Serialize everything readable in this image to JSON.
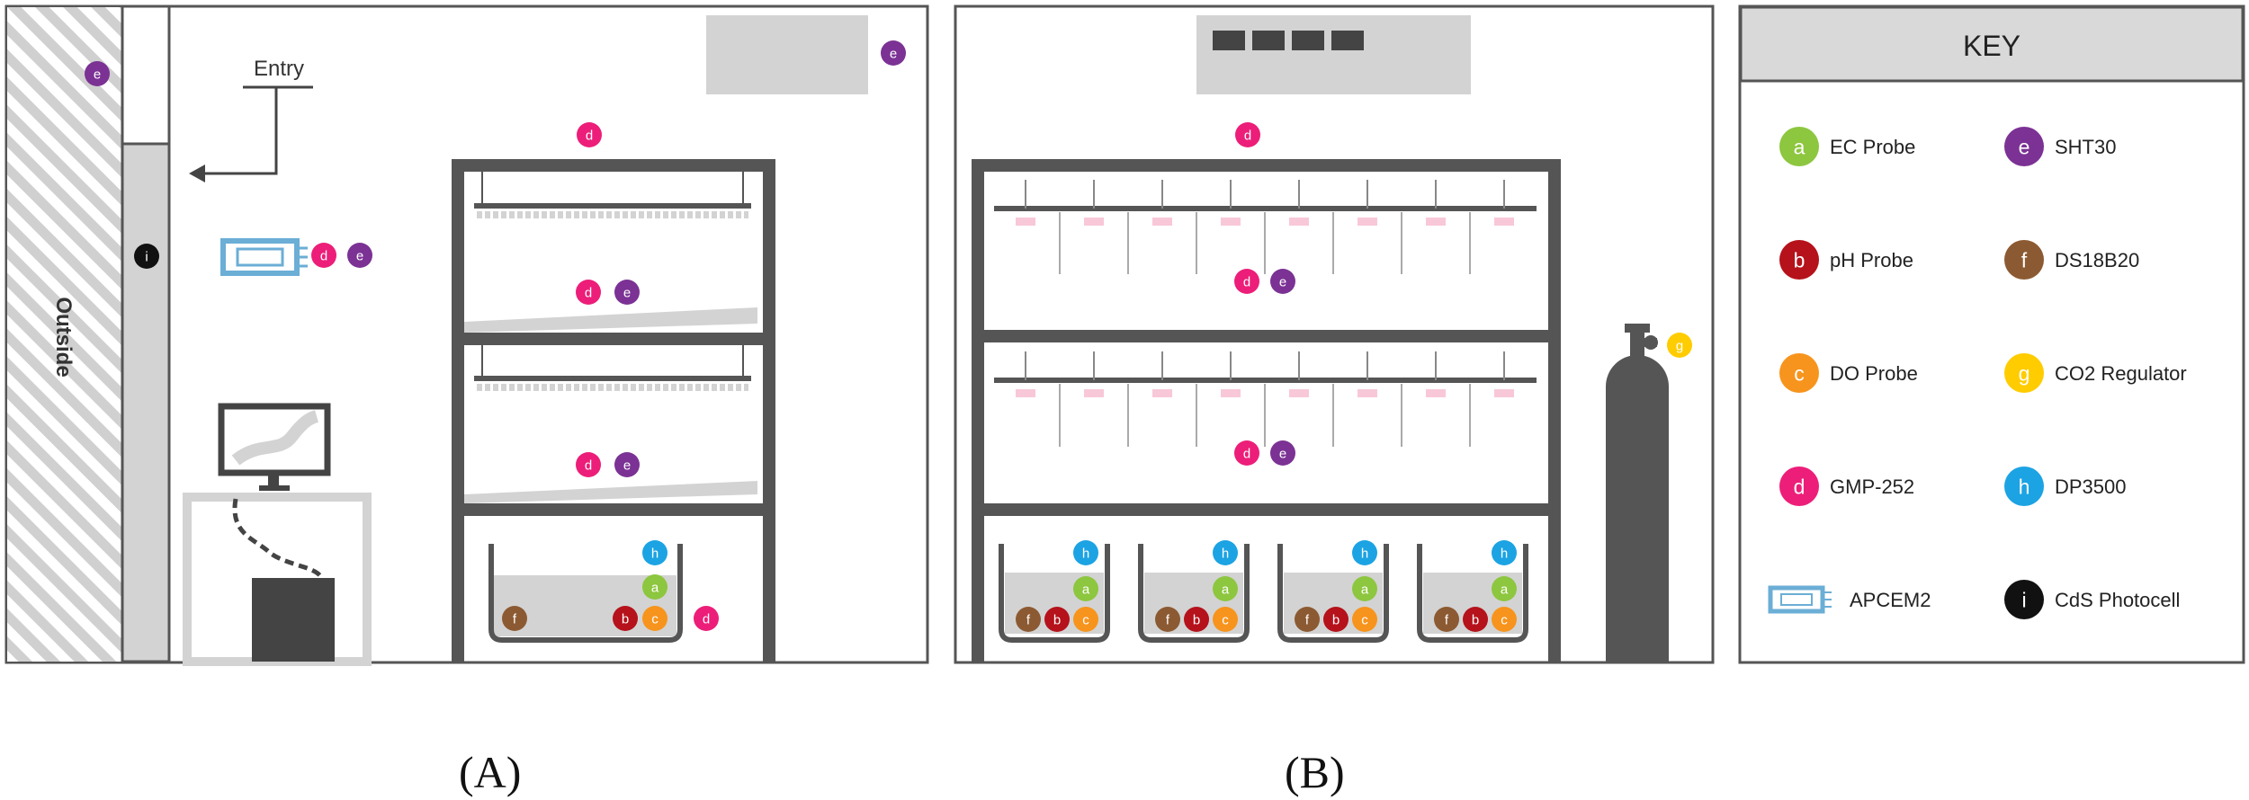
{
  "panel_a": {
    "label": "(A)",
    "outside_label": "Outside",
    "entry_label": "Entry"
  },
  "panel_b": {
    "label": "(B)"
  },
  "key": {
    "title": "KEY",
    "items": [
      {
        "letter": "a",
        "name": "EC Probe",
        "color": "#8dc63f"
      },
      {
        "letter": "b",
        "name": "pH Probe",
        "color": "#b5121b"
      },
      {
        "letter": "c",
        "name": "DO Probe",
        "color": "#f7941d"
      },
      {
        "letter": "d",
        "name": "GMP-252",
        "color": "#ec1e79"
      },
      {
        "letter": "",
        "name": "APCEM2",
        "color": "#6baed6"
      },
      {
        "letter": "e",
        "name": "SHT30",
        "color": "#7b3294"
      },
      {
        "letter": "f",
        "name": "DS18B20",
        "color": "#8c5a32"
      },
      {
        "letter": "g",
        "name": "CO2 Regulator",
        "color": "#ffcc00"
      },
      {
        "letter": "h",
        "name": "DP3500",
        "color": "#1ca3e3"
      },
      {
        "letter": "i",
        "name": "CdS Photocell",
        "color": "#111111"
      }
    ]
  }
}
